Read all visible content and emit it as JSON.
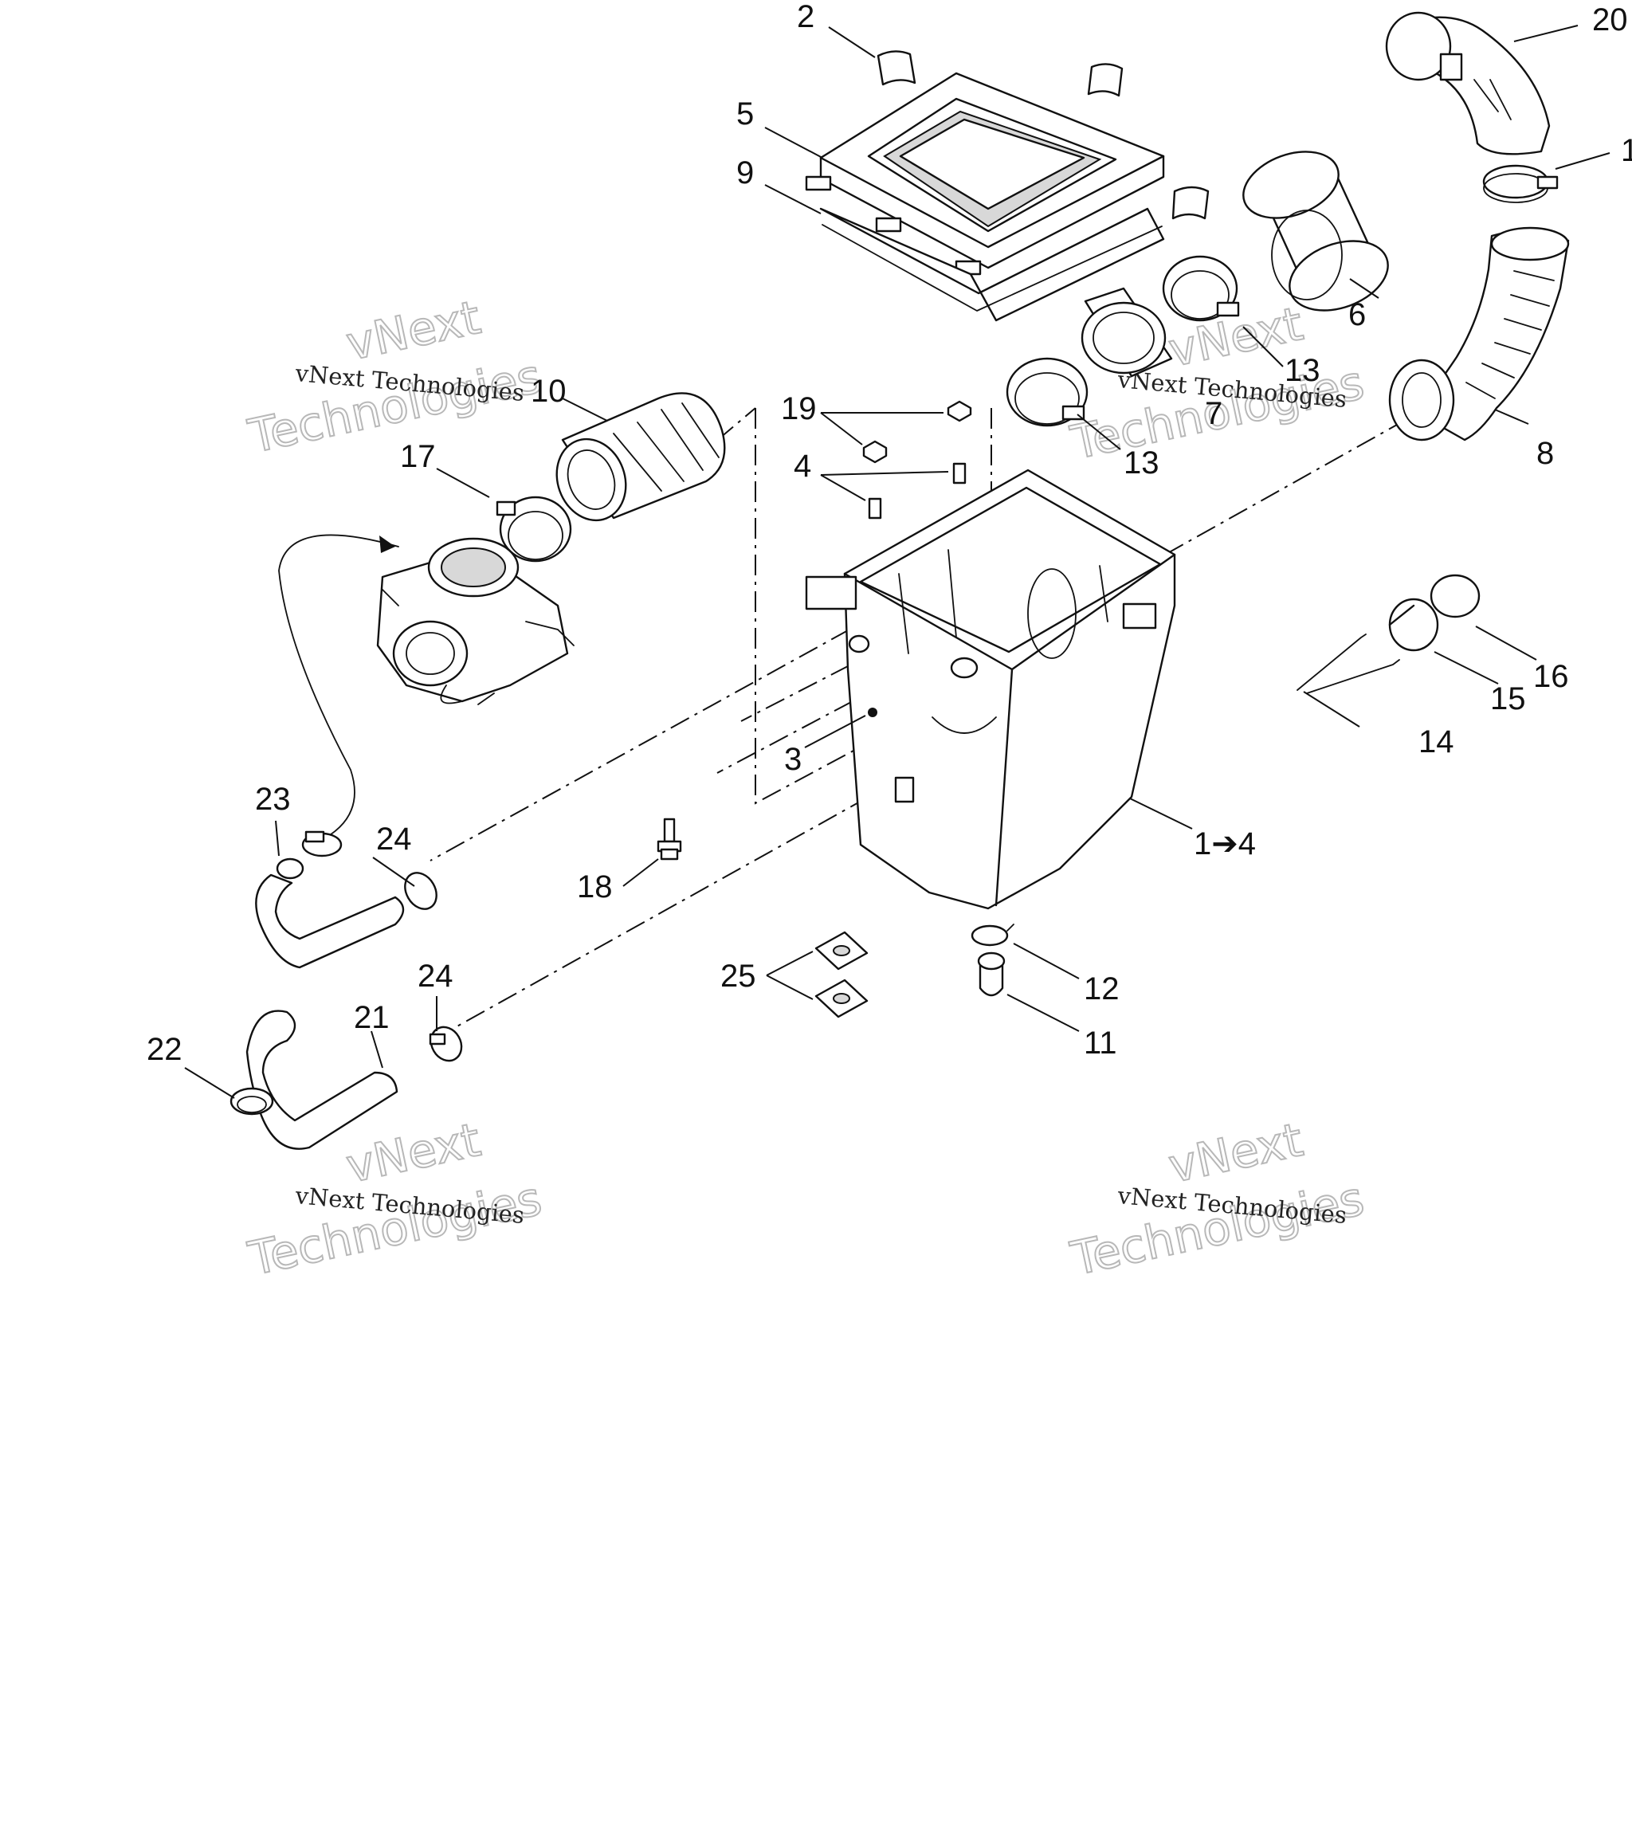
{
  "callouts": {
    "c2": "2",
    "c5": "5",
    "c9": "9",
    "c20": "20",
    "c1_top": "1",
    "c6": "6",
    "c13a": "13",
    "c13b": "13",
    "c7": "7",
    "c8": "8",
    "c10": "10",
    "c17": "17",
    "c19": "19",
    "c4": "4",
    "c3": "3",
    "c14": "14",
    "c15": "15",
    "c16": "16",
    "c1to4": "1➔4",
    "c23": "23",
    "c24a": "24",
    "c24b": "24",
    "c18": "18",
    "c25": "25",
    "c12": "12",
    "c11": "11",
    "c22": "22",
    "c21": "21"
  },
  "watermark": {
    "small": "vNext Technologies",
    "big_line1": "vNext",
    "big_line2": "Technologies"
  },
  "colors": {
    "line": "#111111",
    "watermark": "#b8b8b8",
    "background": "#ffffff"
  }
}
